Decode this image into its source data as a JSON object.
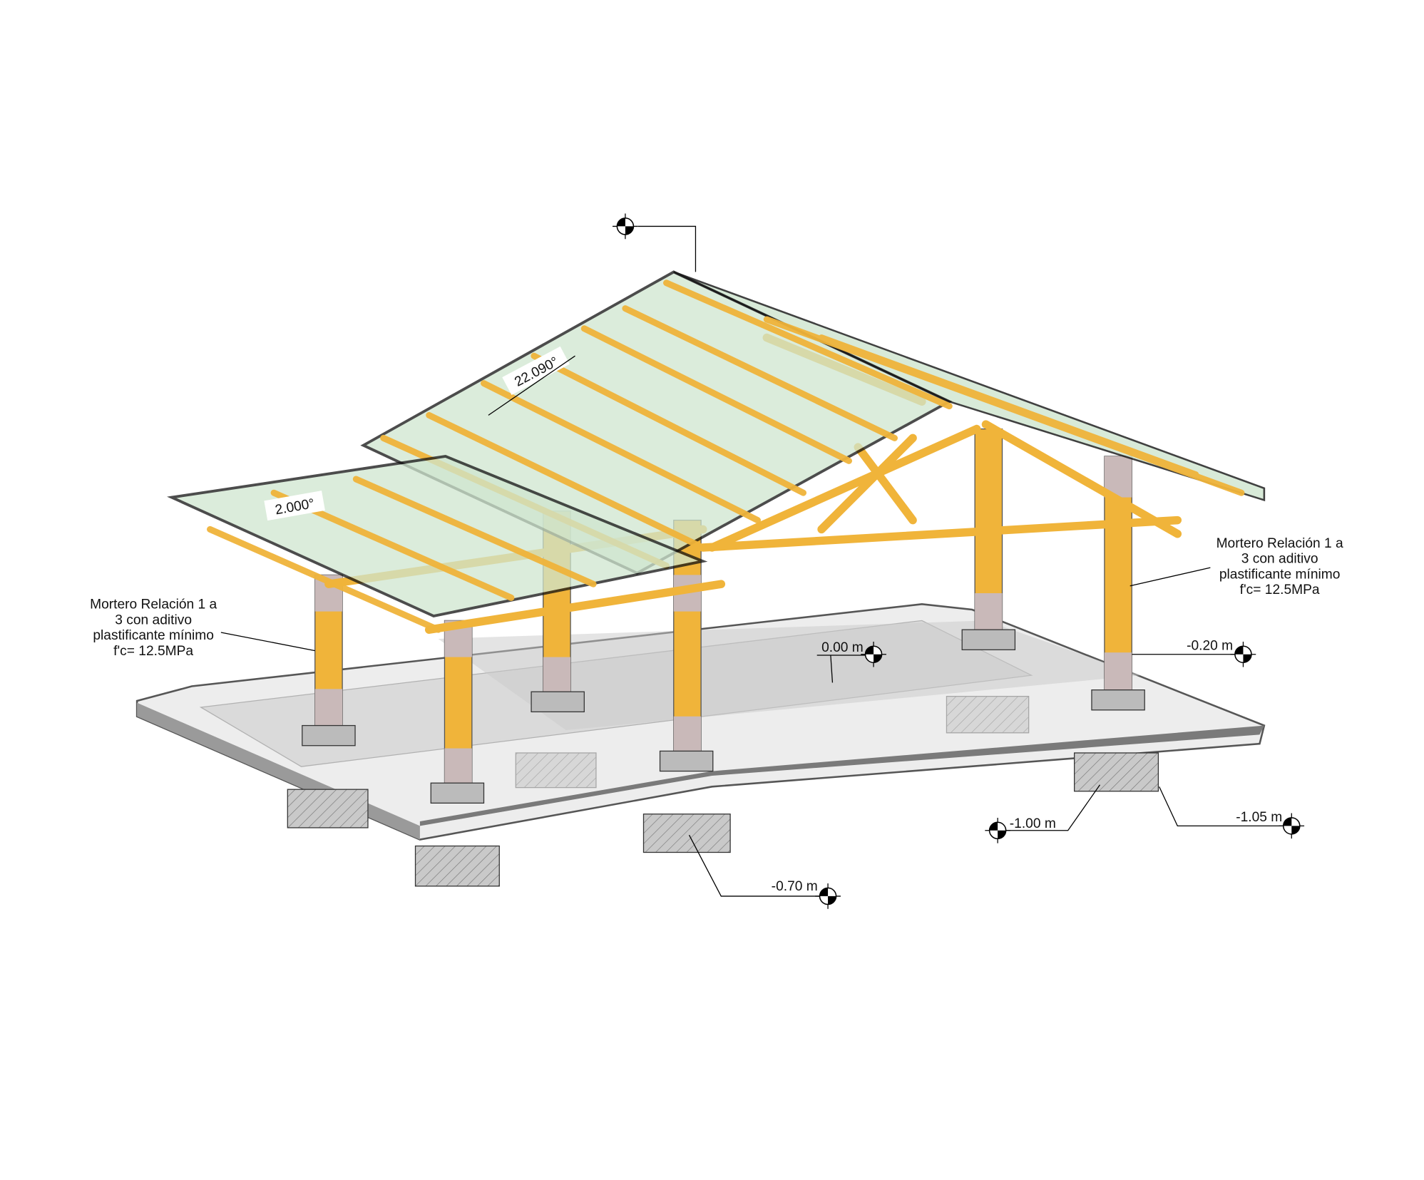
{
  "roof": {
    "main_slope_label": "22.090°",
    "lean_to_slope_label": "2.000°"
  },
  "notes": {
    "left": [
      "Mortero Relación 1 a",
      "3 con aditivo",
      "plastificante mínimo",
      "f'c= 12.5MPa"
    ],
    "right": [
      "Mortero Relación 1 a",
      "3 con aditivo",
      "plastificante mínimo",
      "f'c= 12.5MPa"
    ]
  },
  "levels": {
    "floor": "0.00 m",
    "column_base": "-0.20 m",
    "footing_a": "-0.70 m",
    "footing_b": "-1.00 m",
    "footing_c": "-1.05 m"
  },
  "colors": {
    "bamboo": "#f0b43a",
    "joint": "#c9b9b9",
    "glass": "#cfe6cf",
    "concrete": "#bdbdbd",
    "slab": "#e8e8e8"
  }
}
